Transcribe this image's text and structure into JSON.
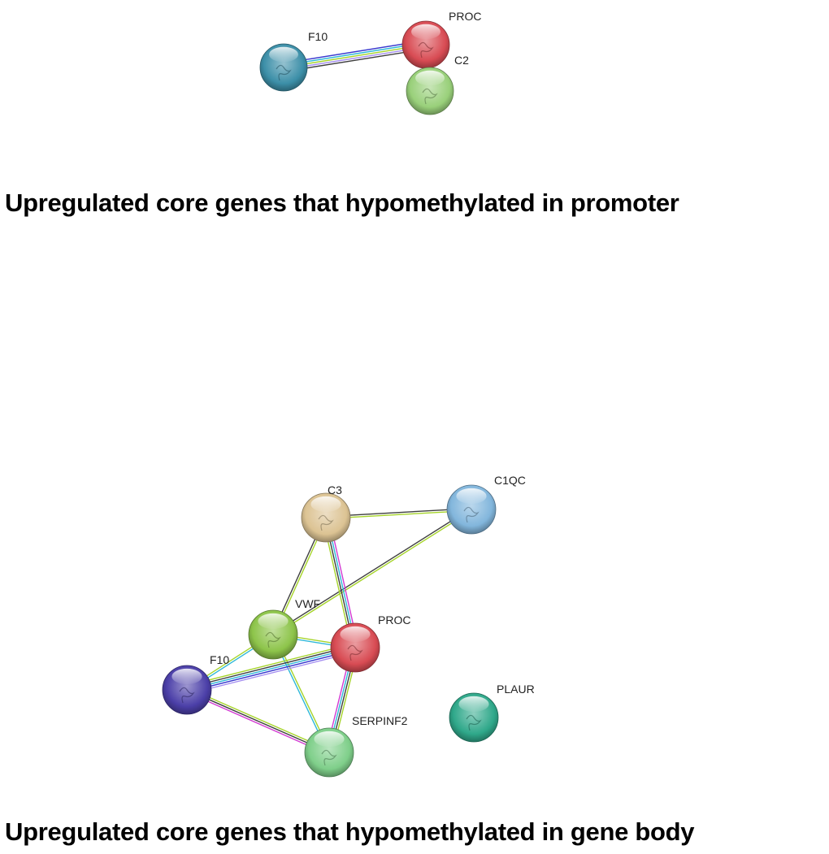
{
  "edge_colors": {
    "dark_blue": "#3a3acf",
    "cyan": "#2fb8d8",
    "yellow_green": "#a6d42a",
    "lavender": "#a58ef0",
    "dark_grey": "#3f3f3f",
    "magenta": "#d23ad2"
  },
  "networks": [
    {
      "id": "promoter",
      "title": "Upregulated core genes that hypomethylated in promoter",
      "nodes": [
        {
          "id": "F10",
          "label": "F10",
          "color": "#3c8fa8"
        },
        {
          "id": "PROC",
          "label": "PROC",
          "color": "#d84b53"
        },
        {
          "id": "C2",
          "label": "C2",
          "color": "#99d07a"
        }
      ],
      "edges": [
        {
          "source": "F10",
          "target": "PROC",
          "colors": [
            "dark_blue",
            "cyan",
            "yellow_green",
            "lavender",
            "dark_grey"
          ]
        }
      ]
    },
    {
      "id": "gene_body",
      "title": "Upregulated core genes that hypomethylated in gene body",
      "nodes": [
        {
          "id": "C3",
          "label": "C3",
          "color": "#dcc393"
        },
        {
          "id": "C1QC",
          "label": "C1QC",
          "color": "#82b6dc"
        },
        {
          "id": "VWF",
          "label": "VWF",
          "color": "#8dc44a"
        },
        {
          "id": "PROC",
          "label": "PROC",
          "color": "#d84b53"
        },
        {
          "id": "F10",
          "label": "F10",
          "color": "#4b3fa8"
        },
        {
          "id": "SERPINF2",
          "label": "SERPINF2",
          "color": "#7fcf8a"
        },
        {
          "id": "PLAUR",
          "label": "PLAUR",
          "color": "#2fa88a"
        }
      ],
      "edges": [
        {
          "source": "C3",
          "target": "C1QC",
          "colors": [
            "dark_grey",
            "yellow_green"
          ]
        },
        {
          "source": "VWF",
          "target": "C1QC",
          "colors": [
            "dark_grey",
            "yellow_green"
          ]
        },
        {
          "source": "C3",
          "target": "VWF",
          "colors": [
            "yellow_green",
            "dark_grey"
          ]
        },
        {
          "source": "C3",
          "target": "PROC",
          "colors": [
            "magenta",
            "cyan",
            "dark_grey",
            "yellow_green"
          ]
        },
        {
          "source": "VWF",
          "target": "PROC",
          "colors": [
            "yellow_green",
            "cyan"
          ]
        },
        {
          "source": "VWF",
          "target": "SERPINF2",
          "colors": [
            "yellow_green",
            "cyan"
          ]
        },
        {
          "source": "F10",
          "target": "VWF",
          "colors": [
            "yellow_green",
            "cyan"
          ]
        },
        {
          "source": "F10",
          "target": "PROC",
          "colors": [
            "yellow_green",
            "dark_grey",
            "cyan",
            "dark_blue",
            "lavender"
          ]
        },
        {
          "source": "F10",
          "target": "SERPINF2",
          "colors": [
            "yellow_green",
            "dark_grey",
            "magenta"
          ]
        },
        {
          "source": "PROC",
          "target": "SERPINF2",
          "colors": [
            "yellow_green",
            "dark_grey",
            "cyan",
            "magenta"
          ]
        }
      ]
    }
  ]
}
